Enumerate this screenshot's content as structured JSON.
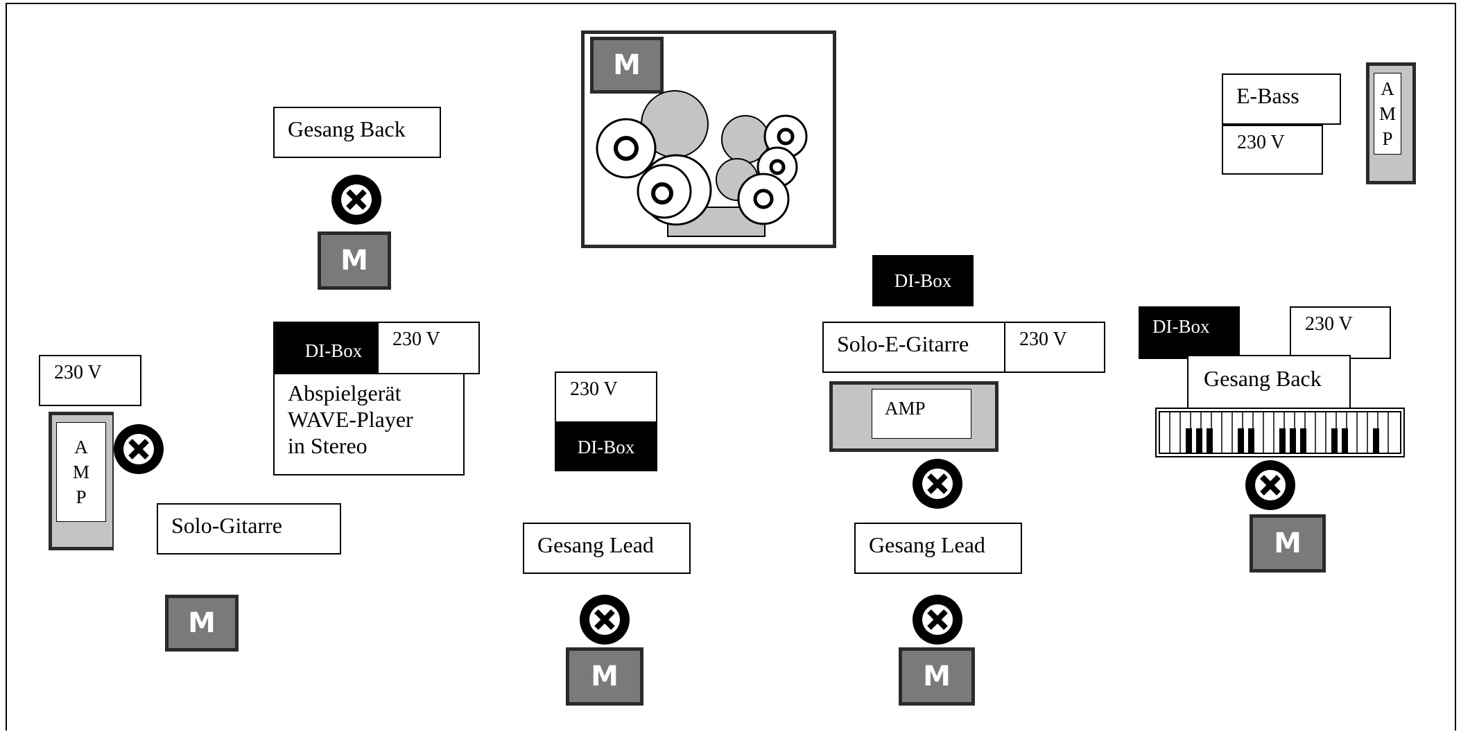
{
  "mic_letter": "M",
  "monitor_icon": "monitor-wedge-icon",
  "colors": {
    "mic_fill": "#7a7a7a",
    "amp_fill": "#c4c4c4",
    "dibox_fill": "#000000",
    "border": "#000000"
  },
  "stage": {
    "drums": {
      "mic": "M"
    },
    "e_bass": {
      "label": "E-Bass",
      "power": "230 V",
      "amp": [
        "A",
        "M",
        "P"
      ]
    },
    "gesang_back_left": {
      "label": "Gesang Back",
      "mic": "M"
    },
    "playback": {
      "dibox": "DI-Box",
      "power": "230 V",
      "lines": [
        "Abspielgerät",
        "WAVE-Player",
        "in Stereo"
      ]
    },
    "solo_gitarre": {
      "label": "Solo-Gitarre",
      "power": "230 V",
      "amp": [
        "A",
        "M",
        "P"
      ],
      "mic": "M"
    },
    "gesang_lead_center": {
      "label": "Gesang Lead",
      "power": "230 V",
      "dibox": "DI-Box",
      "mic": "M"
    },
    "solo_e_gitarre": {
      "label": "Solo-E-Gitarre",
      "power": "230 V",
      "dibox": "DI-Box",
      "amp": "AMP"
    },
    "gesang_lead_right": {
      "label": "Gesang Lead",
      "mic": "M"
    },
    "keyboard": {
      "dibox": "DI-Box",
      "power": "230 V",
      "label": "Gesang Back",
      "mic": "M"
    }
  }
}
